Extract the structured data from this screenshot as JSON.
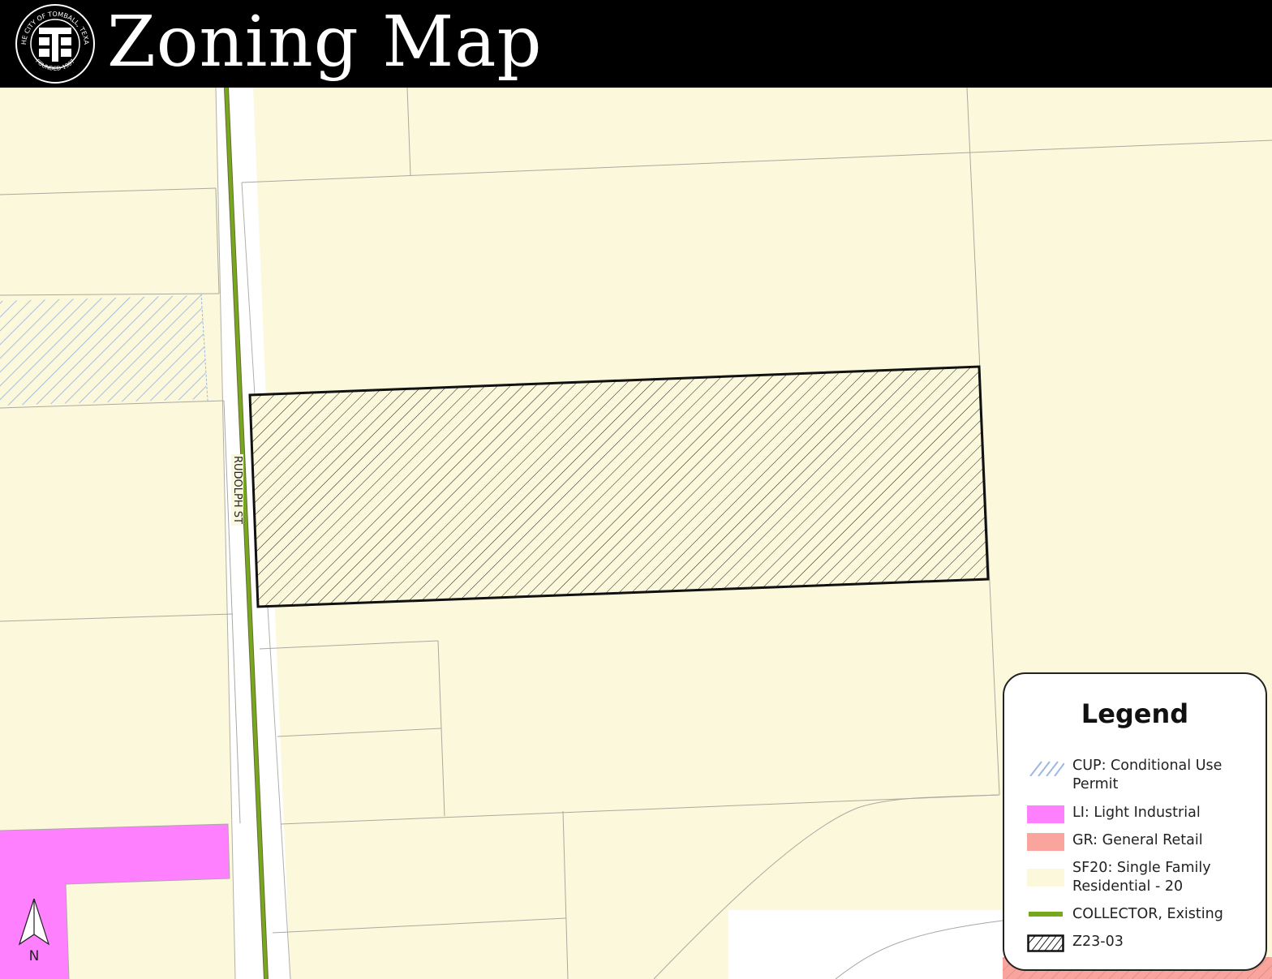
{
  "header": {
    "title": "Zoning Map",
    "seal": {
      "ring_text": "THE CITY OF TOMBALL, TEXAS",
      "founded_text": "FOUNDED 1907"
    }
  },
  "map": {
    "street_label": "RUDOLPH ST",
    "north_label": "N",
    "colors": {
      "sf20": "#fbf8dc",
      "light_industrial": "#ff80ff",
      "general_retail": "#f9a49c",
      "collector": "#76a81b",
      "cup_hatch": "#9db8e0",
      "parcel_line": "#a9a9a0",
      "subject_outline": "#111111"
    }
  },
  "legend": {
    "title": "Legend",
    "items": [
      {
        "label": "CUP: Conditional Use Permit",
        "swatch": "cup-hatch"
      },
      {
        "label": "LI: Light Industrial",
        "swatch": "light-industrial"
      },
      {
        "label": "GR: General Retail",
        "swatch": "general-retail"
      },
      {
        "label": "SF20: Single Family Residential - 20",
        "swatch": "sf20"
      },
      {
        "label": "COLLECTOR, Existing",
        "swatch": "collector-line"
      },
      {
        "label": "Z23-03",
        "swatch": "subject-hatch"
      }
    ]
  }
}
